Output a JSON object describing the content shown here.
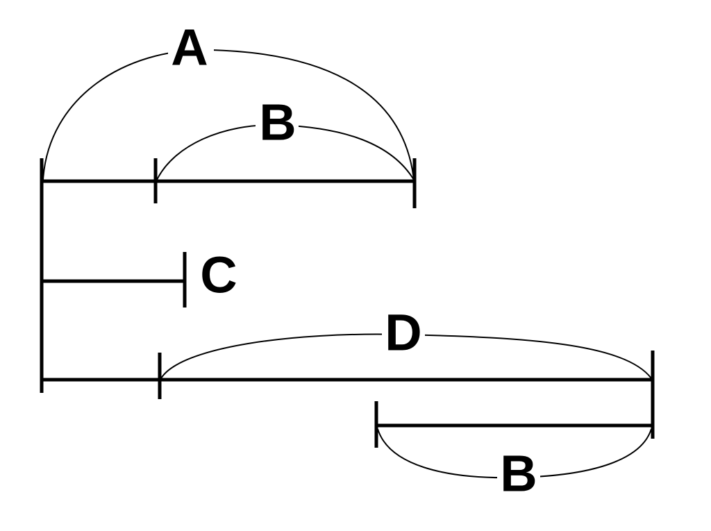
{
  "diagram": {
    "labels": {
      "a": "A",
      "b_top": "B",
      "c": "C",
      "d": "D",
      "b_bottom": "B"
    },
    "stroke_color": "#000000",
    "background_color": "#ffffff"
  }
}
